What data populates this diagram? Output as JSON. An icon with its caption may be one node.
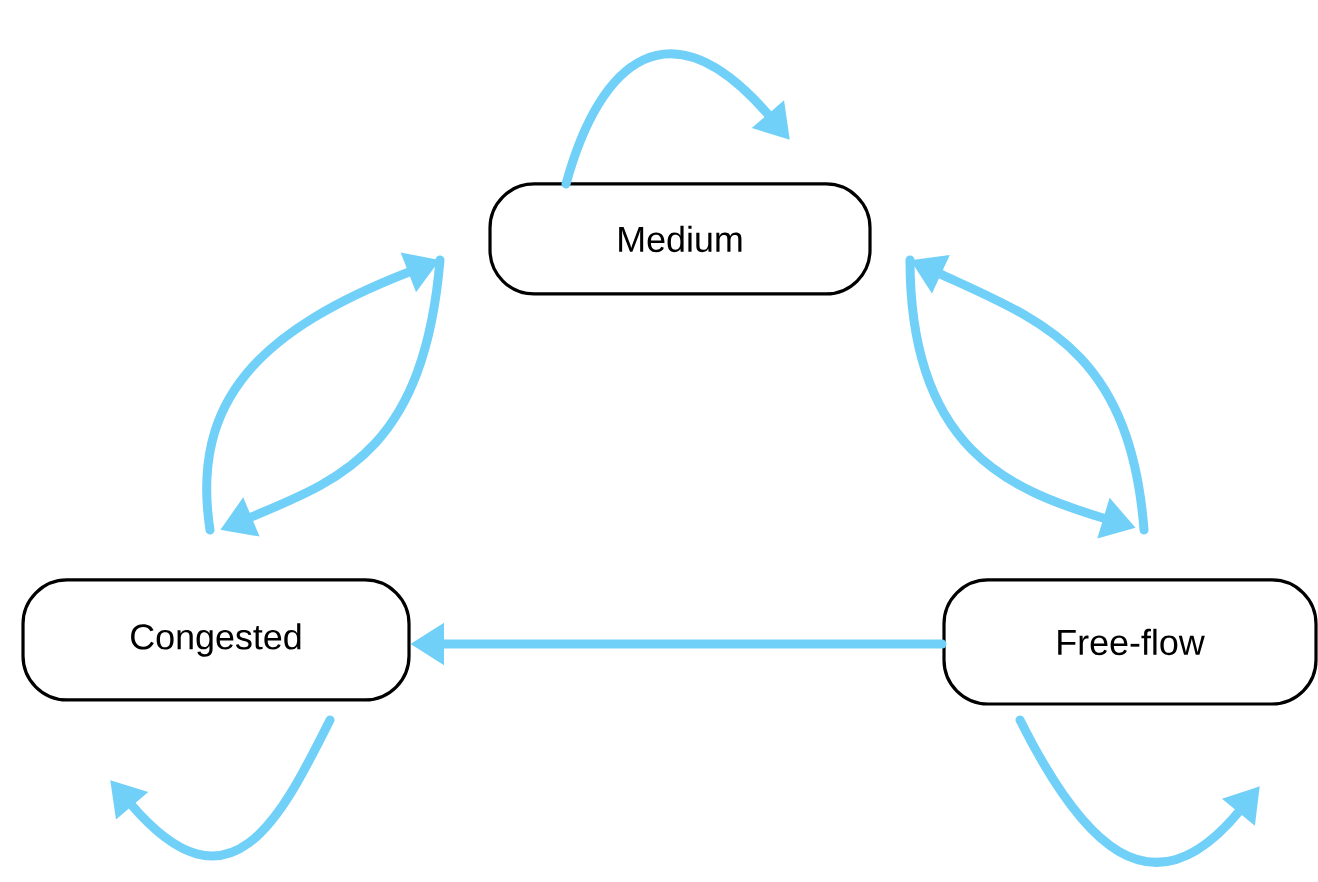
{
  "diagram": {
    "nodes": [
      {
        "text": [
          "Medium"
        ]
      },
      {
        "text": [
          "Congested"
        ]
      },
      {
        "text": [
          "Free-flow"
        ]
      }
    ],
    "edges": [
      {
        "from": 0,
        "to": null,
        "arrow": "to"
      },
      {
        "from": 1,
        "to": 0,
        "arrow": "to"
      },
      {
        "from": 0,
        "to": 1,
        "arrow": "to"
      },
      {
        "from": 0,
        "to": 2,
        "arrow": "to"
      },
      {
        "from": 2,
        "to": 0,
        "arrow": "to"
      },
      {
        "from": 2,
        "to": 1,
        "arrow": "to"
      },
      {
        "from": 1,
        "to": null,
        "arrow": "to"
      },
      {
        "from": 2,
        "to": null,
        "arrow": "to"
      }
    ]
  }
}
